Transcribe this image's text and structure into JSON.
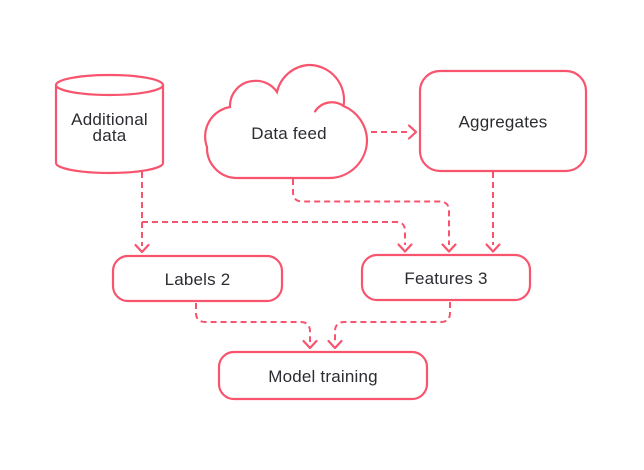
{
  "theme": {
    "accent": "#F8546E",
    "ink": "#2B2C31",
    "background": "#FFFFFF"
  },
  "diagram": {
    "nodes": {
      "additional_data": {
        "shape": "database-cylinder",
        "label": "Additional data",
        "lines": [
          "Additional",
          "data"
        ]
      },
      "data_feed": {
        "shape": "cloud",
        "label": "Data feed"
      },
      "aggregates": {
        "shape": "rounded-box",
        "label": "Aggregates"
      },
      "labels": {
        "shape": "rounded-box",
        "label": "Labels 2"
      },
      "features": {
        "shape": "rounded-box",
        "label": "Features 3"
      },
      "model_training": {
        "shape": "rounded-box",
        "label": "Model training"
      }
    },
    "edges": [
      {
        "from": "data_feed",
        "to": "aggregates",
        "style": "dashed-arrow"
      },
      {
        "from": "additional_data",
        "to": "labels",
        "style": "dashed-arrow"
      },
      {
        "from": "additional_data",
        "to": "features",
        "style": "dashed-arrow"
      },
      {
        "from": "data_feed",
        "to": "features",
        "style": "dashed-arrow"
      },
      {
        "from": "aggregates",
        "to": "features",
        "style": "dashed-arrow"
      },
      {
        "from": "labels",
        "to": "model_training",
        "style": "dashed-arrow"
      },
      {
        "from": "features",
        "to": "model_training",
        "style": "dashed-arrow"
      }
    ]
  }
}
